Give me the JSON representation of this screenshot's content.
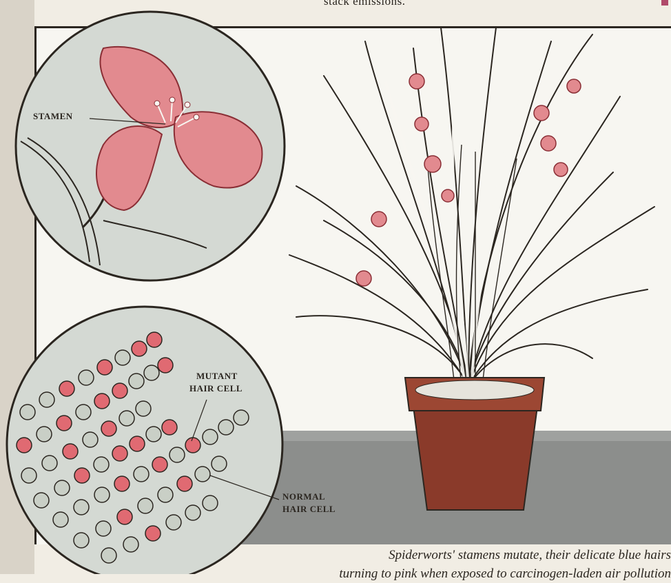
{
  "top_caption": "stack emissions.",
  "labels": {
    "stamen": "STAMEN",
    "mutant_line1": "MUTANT",
    "mutant_line2": "HAIR CELL",
    "normal_line1": "NORMAL",
    "normal_line2": "HAIR CELL"
  },
  "caption": {
    "line1": "Spiderworts' stamens mutate, their delicate blue hairs",
    "line2": "turning to pink when exposed to carcinogen-laden air pollution"
  },
  "colors": {
    "petal": "#e28a8f",
    "petal_dark": "#8a2e35",
    "pot": "#8a3a2a",
    "pot_rim": "#9c4733",
    "mutant_cell": "#e06a72",
    "normal_cell": "#c9cfc6",
    "table": "#8c8e8c",
    "circle_bg": "#d4d9d3"
  }
}
